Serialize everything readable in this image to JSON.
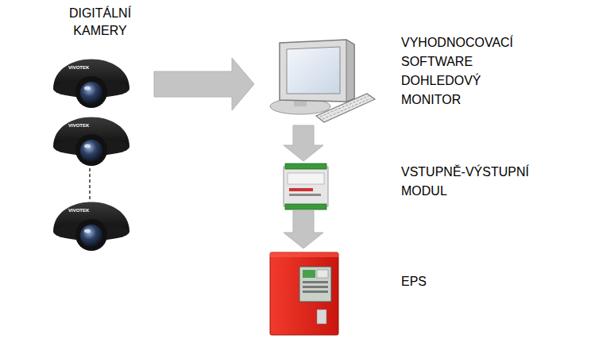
{
  "diagram": {
    "nodes": [
      {
        "text": [
          "DIGITÁLNÍ KAMERY"
        ]
      },
      {
        "text": [
          "VYHODNOCOVACÍ SOFTWARE DOHLEDOVÝ MONITOR"
        ]
      },
      {
        "text": [
          "VSTUPNĚ-VÝSTUPNÍ MODUL"
        ]
      },
      {
        "text": [
          "EPS"
        ]
      }
    ],
    "edges": [
      {
        "from": 0,
        "to": 1,
        "arrow": "to"
      },
      {
        "from": 1,
        "to": 2,
        "arrow": "to"
      },
      {
        "from": 2,
        "to": 3,
        "arrow": "to"
      }
    ],
    "labels": [
      "VIVOTEK",
      "VIVOTEK",
      "VIVOTEK"
    ]
  }
}
